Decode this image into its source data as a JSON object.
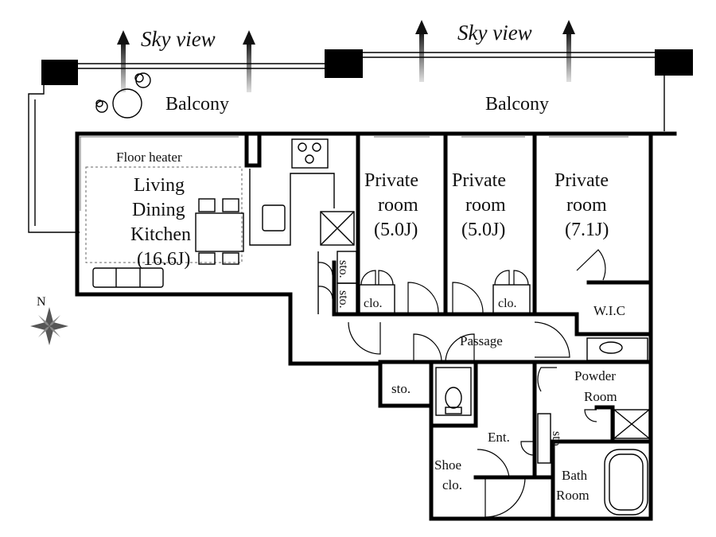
{
  "sky_view": [
    "Sky view",
    "Sky view"
  ],
  "balcony": [
    "Balcony",
    "Balcony"
  ],
  "compass_label": "N",
  "ldk": {
    "heater": "Floor heater",
    "line1": "Living",
    "line2": "Dining",
    "line3": "Kitchen",
    "size": "(16.6J)"
  },
  "rooms": [
    {
      "line1": "Private",
      "line2": "room",
      "size": "(5.0J)"
    },
    {
      "line1": "Private",
      "line2": "room",
      "size": "(5.0J)"
    },
    {
      "line1": "Private",
      "line2": "room",
      "size": "(7.1J)"
    }
  ],
  "storage": {
    "sto": "sto.",
    "clo": "clo.",
    "wic": "W.I.C",
    "passage": "Passage",
    "powder_line1": "Powder",
    "powder_line2": "Room",
    "entrance": "Ent.",
    "shoe_line1": "Shoe",
    "shoe_line2": "clo.",
    "bath_line1": "Bath",
    "bath_line2": "Room"
  },
  "colors": {
    "wall": "#000000",
    "arrow_fade": "#bbbbbb",
    "background": "#ffffff"
  }
}
